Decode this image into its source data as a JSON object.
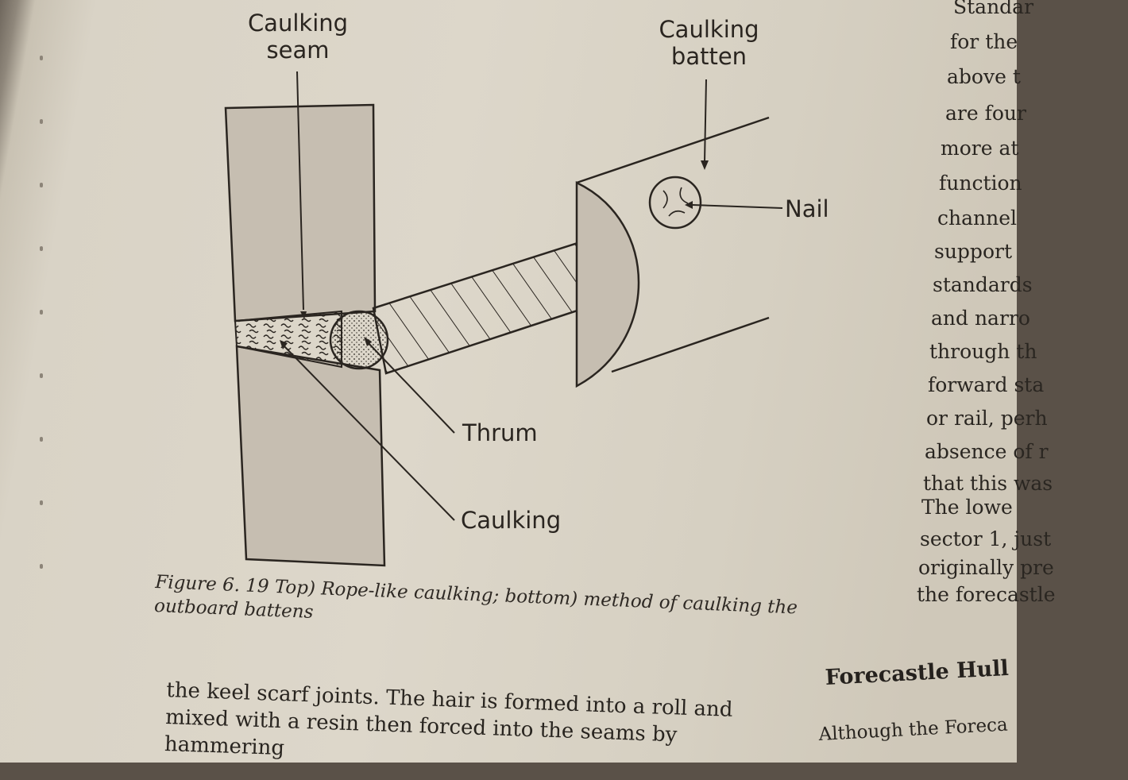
{
  "figure": {
    "labels": {
      "caulking_seam": "Caulking\nseam",
      "caulking_batten": "Caulking\nbatten",
      "nail": "Nail",
      "thrum": "Thrum",
      "caulking": "Caulking"
    },
    "caption": {
      "number": "Figure 6. 19",
      "text": "Top) Rope-like caulking; bottom) method of caulking the outboard battens"
    }
  },
  "right_column": {
    "lines": [
      "Standar",
      "for the",
      "above t",
      "are four",
      "more at",
      "function",
      "channel",
      "support",
      "standards",
      "and narro",
      "through th",
      "forward sta",
      "or rail, perh",
      "absence of r",
      "that this was",
      "The lowe",
      "sector 1, just",
      "originally pre",
      "the forecastle"
    ]
  },
  "bottom": {
    "heading": "Forecastle Hull",
    "left_lines": [
      "the keel scarf joints. The hair is formed into a roll and",
      "mixed with a resin then forced into the seams by",
      "hammering"
    ],
    "right_line": "Although the Foreca"
  },
  "colors": {
    "ink": "#2a2520",
    "paper": "#ddd7ca",
    "plank_fill": "#c9c1b4"
  }
}
